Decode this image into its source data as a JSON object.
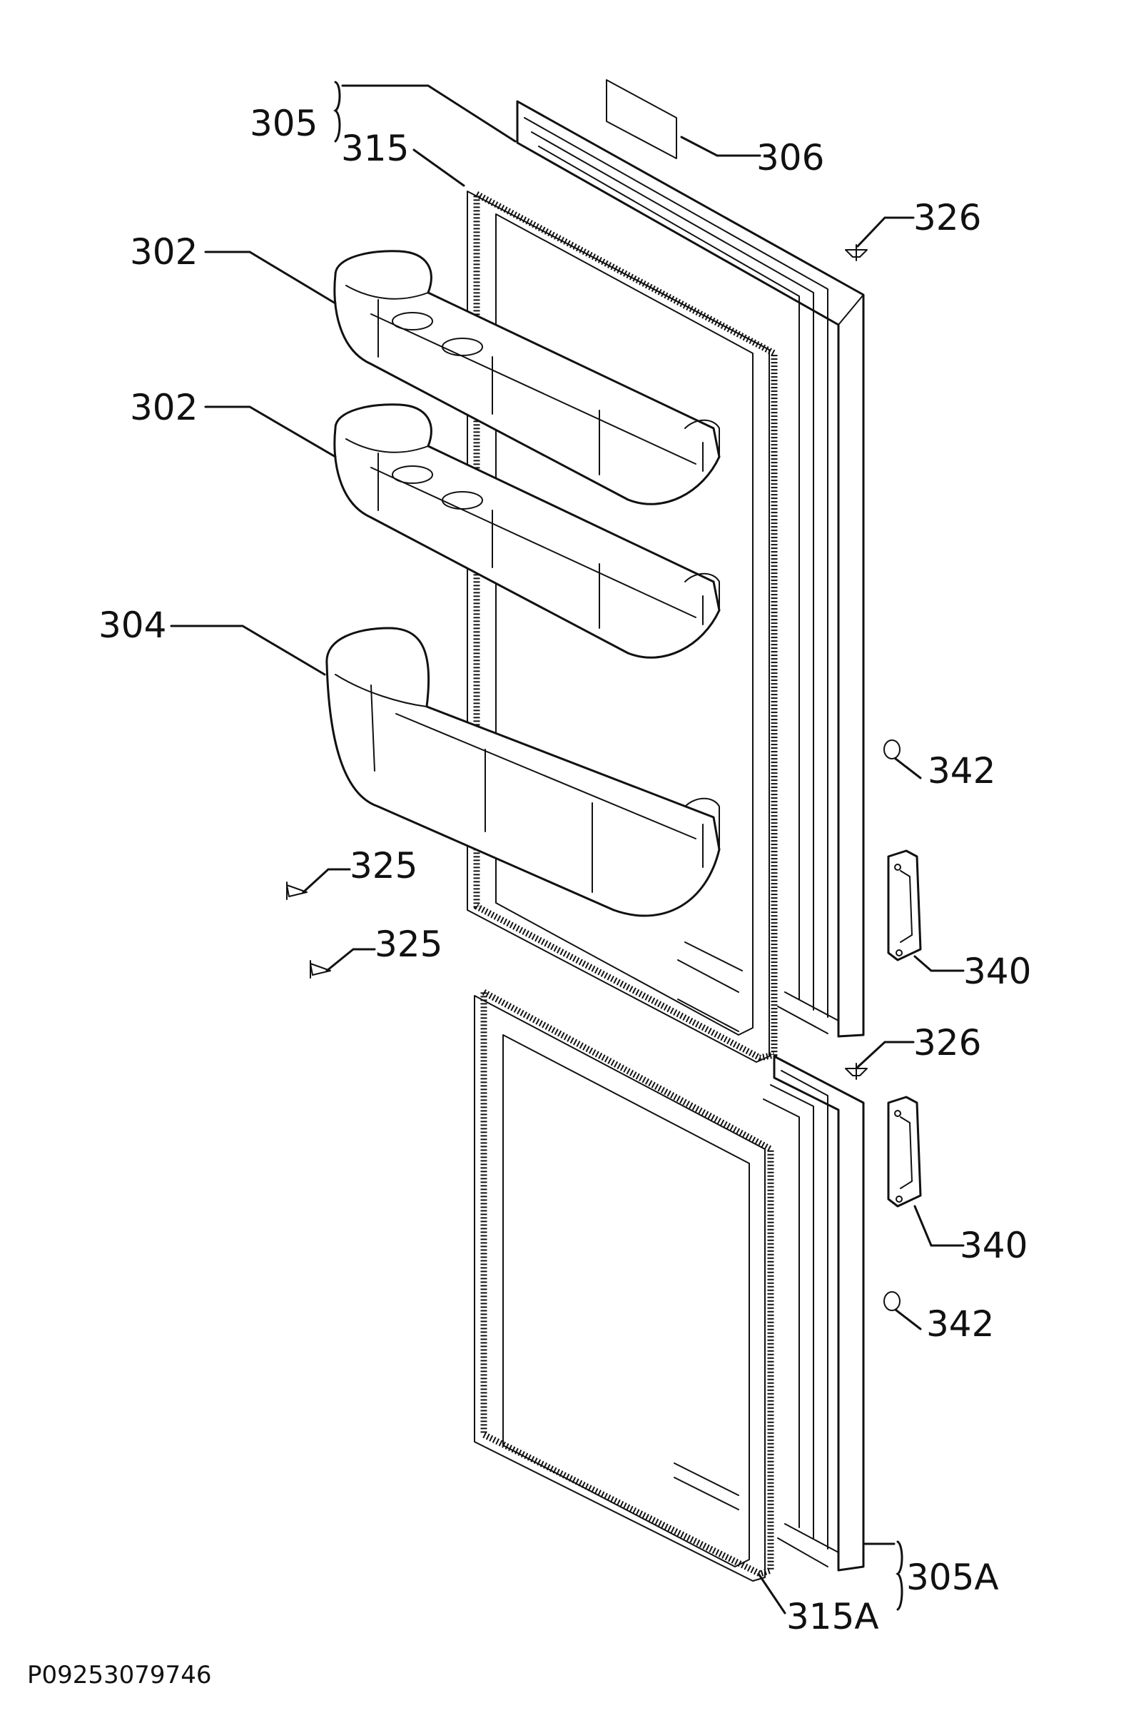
{
  "labels": {
    "l305": "305",
    "l315": "315",
    "l306": "306",
    "l326_top": "326",
    "l302_upper": "302",
    "l302_lower": "302",
    "l304": "304",
    "l342_upper": "342",
    "l325_upper": "325",
    "l325_lower": "325",
    "l340_upper": "340",
    "l326_mid": "326",
    "l340_lower": "340",
    "l342_lower": "342",
    "l305A": "305A",
    "l315A": "315A"
  },
  "drawing_code": "P09253079746"
}
